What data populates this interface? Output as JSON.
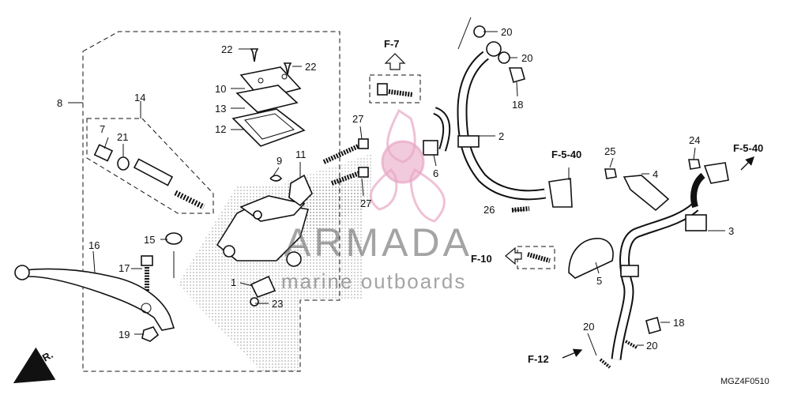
{
  "callouts": {
    "c1": "1",
    "c2": "2",
    "c3": "3",
    "c4": "4",
    "c5": "5",
    "c6": "6",
    "c7": "7",
    "c8": "8",
    "c9": "9",
    "c10": "10",
    "c11": "11",
    "c12": "12",
    "c13": "13",
    "c14": "14",
    "c15": "15",
    "c16": "16",
    "c17": "17",
    "c18a": "18",
    "c18b": "18",
    "c19": "19",
    "c20a": "20",
    "c20b": "20",
    "c20c": "20",
    "c20d": "20",
    "c21": "21",
    "c22a": "22",
    "c22b": "22",
    "c23": "23",
    "c24": "24",
    "c25": "25",
    "c26": "26",
    "c27a": "27",
    "c27b": "27"
  },
  "refs": {
    "f7": "F-7",
    "f540a": "F-5-40",
    "f540b": "F-5-40",
    "f10": "F-10",
    "f12": "F-12",
    "front": "FR."
  },
  "watermark": {
    "brand": "ARMADA",
    "tagline": "marine outboards",
    "logo_color": "#e8a6c4"
  },
  "diagram_code": "MGZ4F0510"
}
